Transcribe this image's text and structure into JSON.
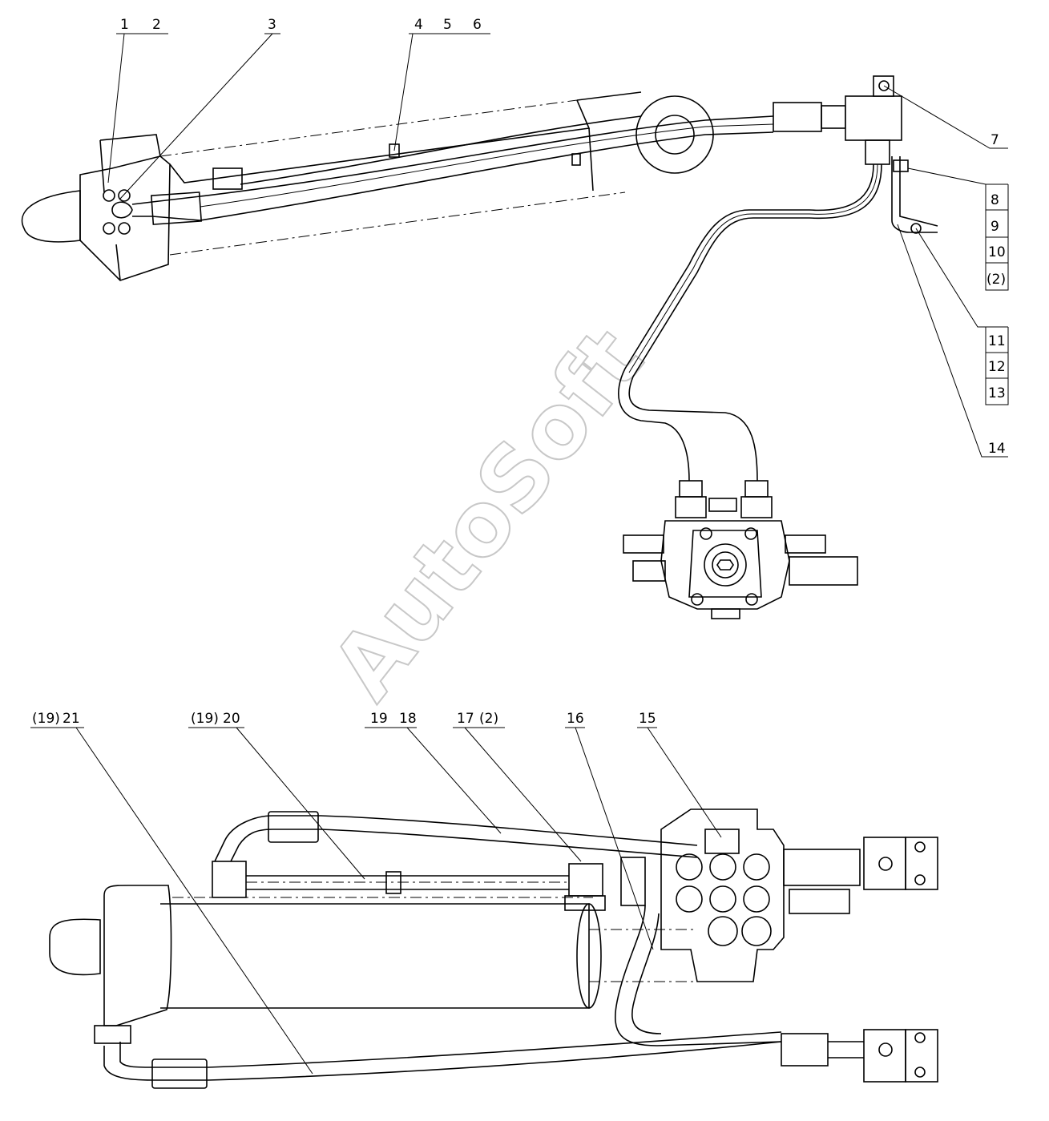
{
  "watermark": "AutoSoft",
  "callouts": {
    "c1": "1",
    "c2": "2",
    "c3": "3",
    "c4": "4",
    "c5": "5",
    "c6": "6",
    "c7": "7",
    "c8": "8",
    "c9": "9",
    "c10": "10",
    "c10q": "(2)",
    "c11": "11",
    "c12": "12",
    "c13": "13",
    "c14": "14",
    "c15": "15",
    "c16": "16",
    "c17": "17",
    "c17q": "(2)",
    "c18": "18",
    "c19": "19",
    "c20q": "(19)",
    "c20": "20",
    "c21q": "(19)",
    "c21": "21"
  }
}
